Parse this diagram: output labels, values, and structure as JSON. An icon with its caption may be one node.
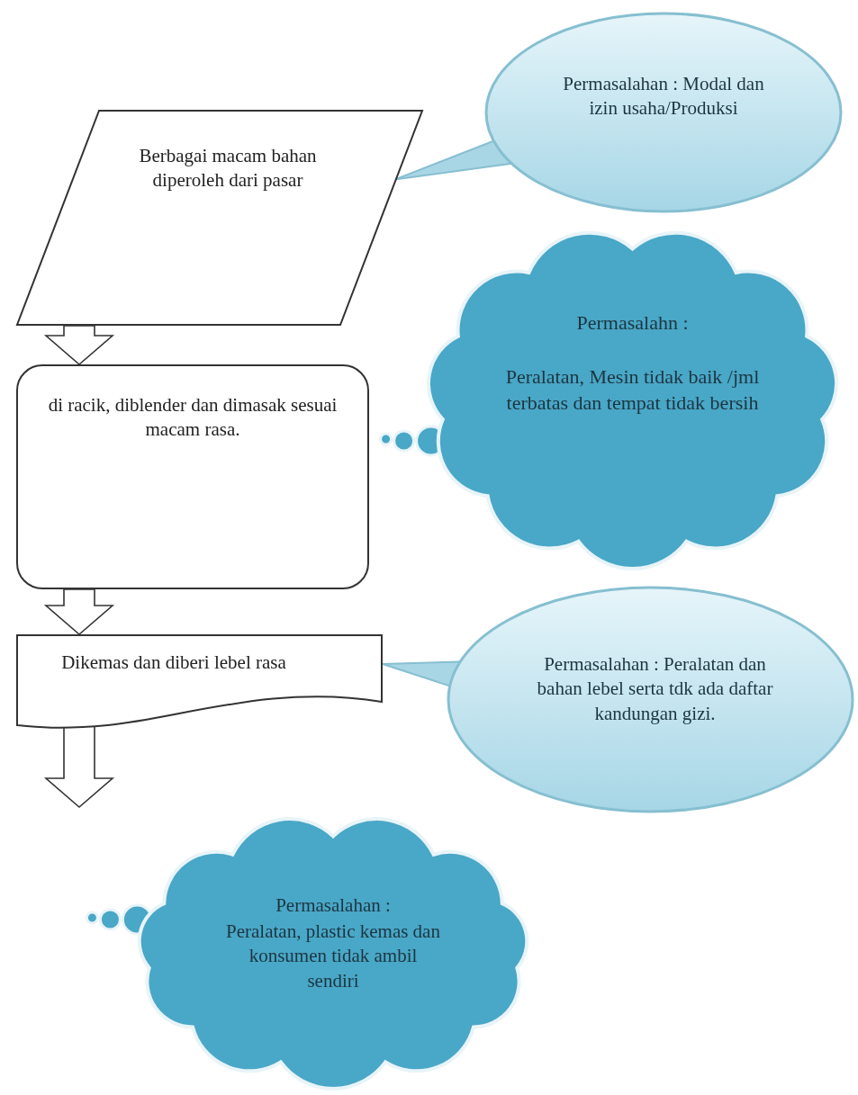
{
  "diagram": {
    "nodes": [
      {
        "text": [
          "Berbagai macam bahan diperoleh dari pasar"
        ]
      },
      {
        "text": [
          "Permasalahan : Modal dan izin usaha/Produksi"
        ]
      },
      {
        "text": [
          "Permasalahn :",
          "Peralatan, Mesin tidak baik /jml terbatas dan tempat tidak bersih"
        ]
      },
      {
        "text": [
          "di racik, diblender dan dimasak sesuai macam rasa."
        ]
      },
      {
        "text": [
          "Dikemas dan diberi lebel rasa"
        ]
      },
      {
        "text": [
          "Permasalahan : Peralatan dan bahan lebel serta tdk ada daftar kandungan gizi."
        ]
      },
      {
        "text": [
          "Permasalahan :",
          "Peralatan, plastic kemas dan konsumen tidak ambil sendiri"
        ]
      }
    ],
    "edges": [
      {
        "from": 0,
        "to": 3,
        "arrow": "to"
      },
      {
        "from": 3,
        "to": 4,
        "arrow": "to"
      },
      {
        "from": 4,
        "to": null,
        "arrow": "to"
      },
      {
        "from": 1,
        "to": 0,
        "arrow": "none"
      },
      {
        "from": 2,
        "to": 3,
        "arrow": "none"
      },
      {
        "from": 5,
        "to": 4,
        "arrow": "none"
      },
      {
        "from": 6,
        "to": null,
        "arrow": "none"
      }
    ]
  }
}
